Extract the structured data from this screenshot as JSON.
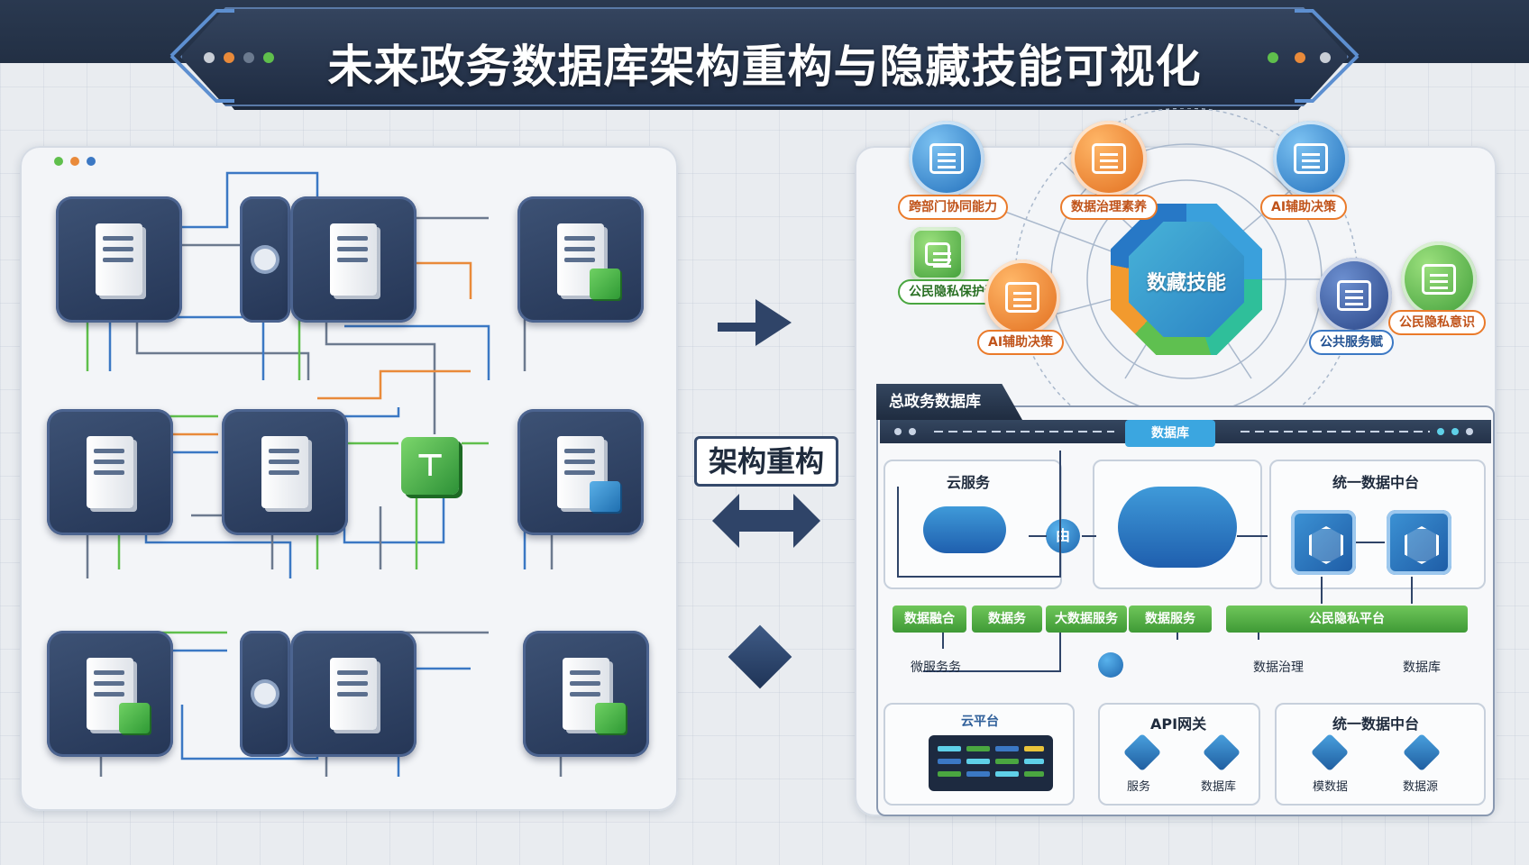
{
  "header": {
    "title": "未来政务数据库架构重构与隐藏技能可视化"
  },
  "middle": {
    "label": "架构重构"
  },
  "skills": {
    "center": "数藏技能",
    "items": [
      {
        "label": "跨部门协同能力",
        "icon": "chart-analytics-icon"
      },
      {
        "label": "数据治理素养",
        "icon": "gear-network-icon"
      },
      {
        "label": "AI辅助决策",
        "icon": "ai-screen-icon"
      },
      {
        "label": "公民隐私保护识",
        "icon": "shield-check-icon"
      },
      {
        "label": "AI辅助决策",
        "icon": "briefcase-icon"
      },
      {
        "label": "公共服务赋",
        "icon": "document-icon"
      },
      {
        "label": "公民隐私意识",
        "icon": "privacy-eye-icon"
      }
    ]
  },
  "database": {
    "tab_title": "总政务数据库",
    "strip_chip": "数据库",
    "cloud_service_label": "云服务",
    "hub_node": "由",
    "platform_label": "统一数据中台",
    "green_bars": [
      "数据融合",
      "数据务",
      "大数据服务",
      "数据服务",
      "公民隐私平台"
    ],
    "sub_labels": [
      "微服务务",
      "数据治理",
      "数据库"
    ],
    "screen_label": "云平台",
    "api_title": "API网关",
    "api_items": [
      "服务",
      "数据库"
    ],
    "platform2_title": "统一数据中台",
    "platform2_items": [
      "模数据",
      "数据源"
    ]
  },
  "colors": {
    "navy": "#243656",
    "accent_blue": "#2f7dc8",
    "accent_green": "#4aa640",
    "accent_orange": "#ea7a2a"
  }
}
